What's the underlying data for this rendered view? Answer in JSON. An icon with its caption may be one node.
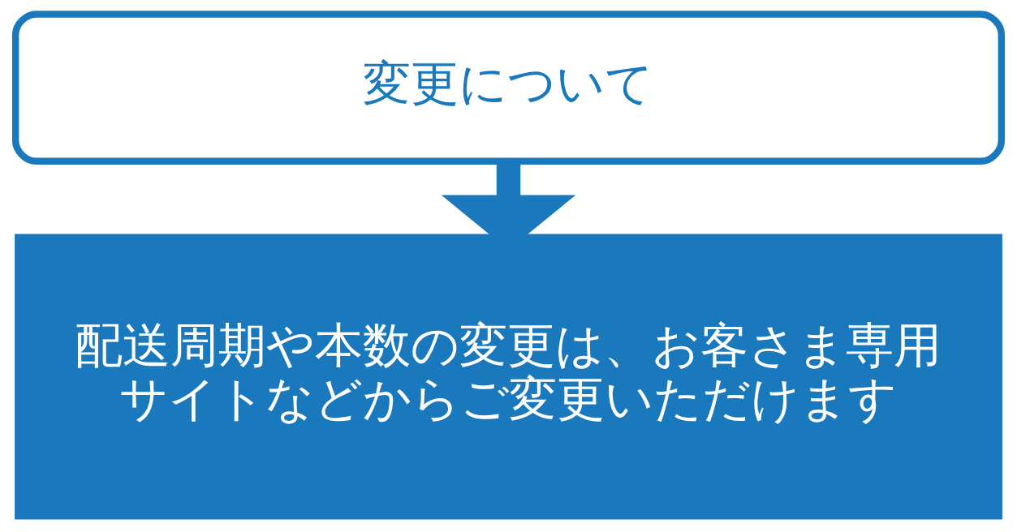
{
  "diagram": {
    "nodes": [
      {
        "text": [
          "変更について"
        ]
      },
      {
        "text": [
          "配送周期や本数の変更は、お客さま専用サイトなどからご変更いただけます"
        ]
      }
    ],
    "edges": [
      {
        "from": 0,
        "to": 1,
        "arrow": "to"
      }
    ]
  }
}
